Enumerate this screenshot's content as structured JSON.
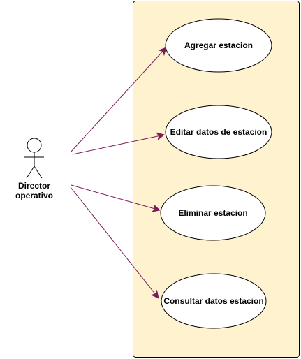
{
  "actor": {
    "name_line1": "Director",
    "name_line2": "operativo"
  },
  "use_cases": [
    {
      "label": "Agregar estacion"
    },
    {
      "label": "Editar datos de estacion"
    },
    {
      "label": "Eliminar estacion"
    },
    {
      "label": "Consultar datos estacion"
    }
  ],
  "colors": {
    "system_fill": "#FEF2CF",
    "system_stroke": "#000000",
    "usecase_fill": "#FFFFFF",
    "association": "#7A1B5B",
    "actor_fill": "#FFFFFF"
  }
}
